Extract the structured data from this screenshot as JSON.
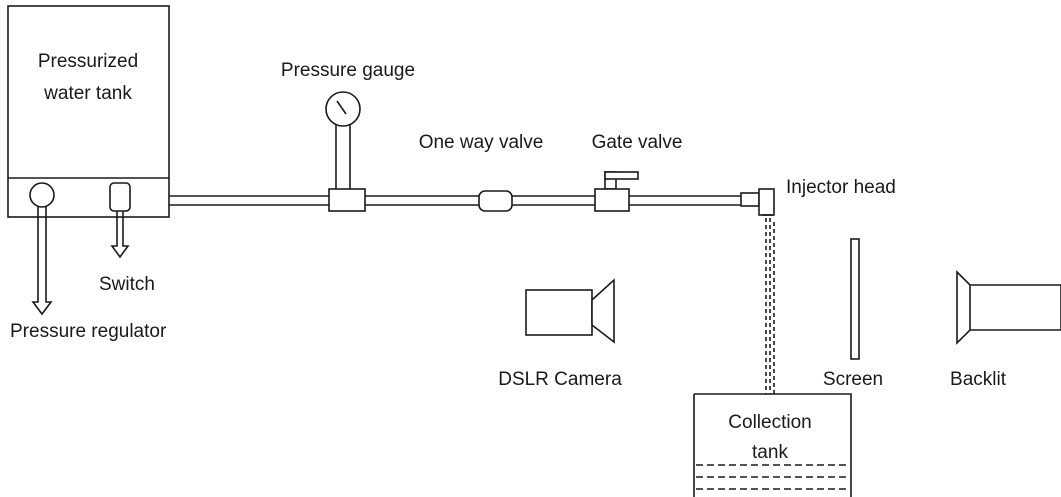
{
  "labels": {
    "water_tank": [
      "Pressurized",
      "water tank"
    ],
    "pressure_gauge": "Pressure gauge",
    "one_way_valve": "One way valve",
    "gate_valve": "Gate valve",
    "injector_head": "Injector head",
    "switch": "Switch",
    "pressure_regulator": "Pressure regulator",
    "dslr_camera": "DSLR Camera",
    "collection_tank": [
      "Collection",
      "tank"
    ],
    "screen": "Screen",
    "backlit": "Backlit"
  }
}
